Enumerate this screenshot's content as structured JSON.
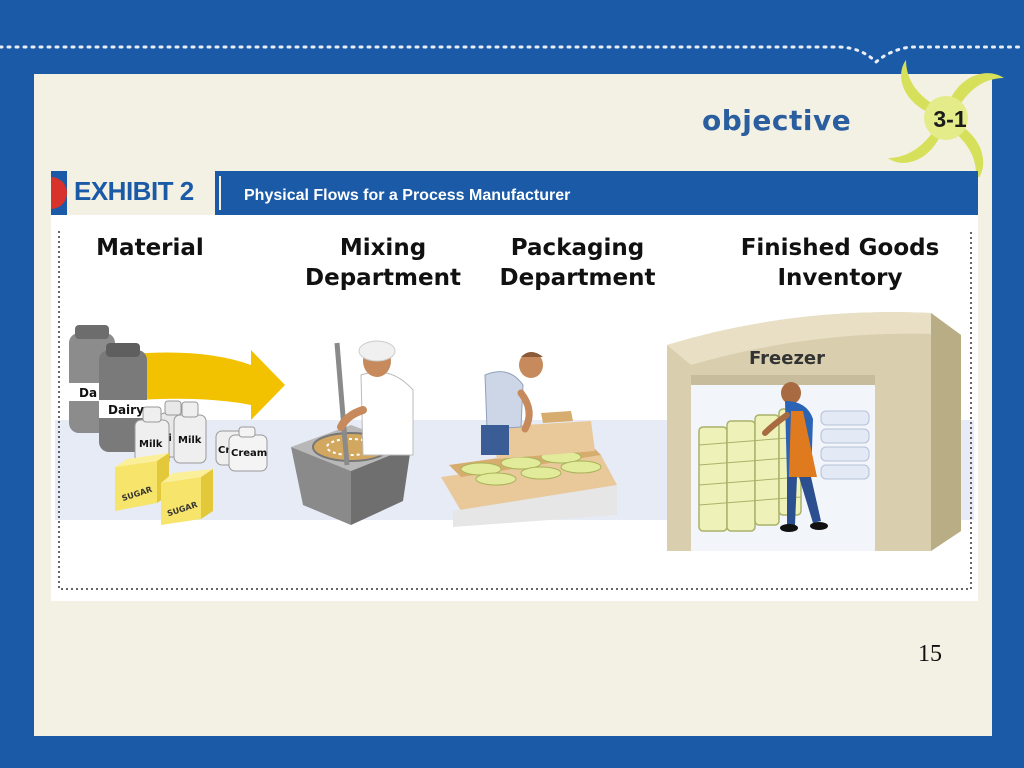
{
  "objective": {
    "word": "objective",
    "number": "3-1"
  },
  "exhibit": {
    "number": "EXHIBIT 2",
    "title": "Physical Flows for a Process Manufacturer"
  },
  "stages": [
    {
      "label_lines": [
        "Material"
      ]
    },
    {
      "label_lines": [
        "Mixing",
        "Department"
      ]
    },
    {
      "label_lines": [
        "Packaging",
        "Department"
      ]
    },
    {
      "label_lines": [
        "Finished Goods",
        "Inventory"
      ]
    }
  ],
  "materials": {
    "dairy_can_back": "Da",
    "dairy_can_front": "Dairy",
    "milk_jug_1": "Milk",
    "milk_jug_2_partial": "li",
    "milk_jug_3": "Milk",
    "cream_jug_back": "Cr",
    "cream_jug_front": "Cream",
    "sugar_box_1": "SUGAR",
    "sugar_box_2": "SUGAR"
  },
  "freezer": {
    "sign": "Freezer"
  },
  "page_number": "15",
  "colors": {
    "slide_blue": "#1b5aa6",
    "panel_cream": "#f3f1e4",
    "exhibit_yellow": "#f5c800",
    "swirl_green": "#d6e05a",
    "arrow_yellow": "#f2c200"
  }
}
